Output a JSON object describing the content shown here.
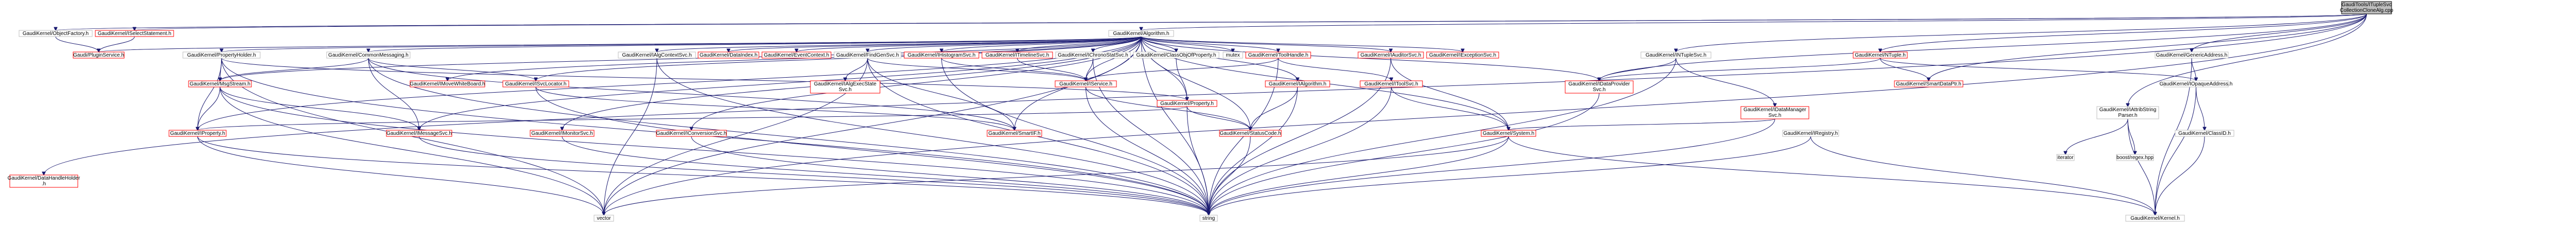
{
  "diagram": {
    "root": "node_gtc",
    "nodes": [
      {
        "id": "node_gtc",
        "lines": [
          "GaudiTools/ITupleSvc",
          "CollectionCloneAlg.cpp"
        ],
        "kind": "root"
      },
      {
        "id": "node_algo",
        "lines": [
          "GaudiKernel/Algorithm.h"
        ],
        "kind": "link"
      },
      {
        "id": "node_objf",
        "lines": [
          "GaudiKernel/ObjectFactory.h"
        ],
        "kind": "link"
      },
      {
        "id": "node_istate",
        "lines": [
          "GaudiKernel/ISelectStatement.h"
        ],
        "kind": "red"
      },
      {
        "id": "node_plugin",
        "lines": [
          "Gaudi/PluginService.h"
        ],
        "kind": "red"
      },
      {
        "id": "node_datahandle",
        "lines": [
          "GaudiKernel/DataHandleHolder",
          ".h"
        ],
        "kind": "red"
      },
      {
        "id": "node_prophold",
        "lines": [
          "GaudiKernel/PropertyHolder.h"
        ],
        "kind": "link"
      },
      {
        "id": "node_commonmsg",
        "lines": [
          "GaudiKernel/CommonMessaging.h"
        ],
        "kind": "link"
      },
      {
        "id": "node_ialgctx",
        "lines": [
          "GaudiKernel/IAlgContextSvc.h"
        ],
        "kind": "link"
      },
      {
        "id": "node_dataidx",
        "lines": [
          "GaudiKernel/DataIndex.h"
        ],
        "kind": "red"
      },
      {
        "id": "node_evtctx",
        "lines": [
          "GaudiKernel/EventContext.h"
        ],
        "kind": "red"
      },
      {
        "id": "node_findsvc",
        "lines": [
          "GaudiKernel/FindGenSvc.h"
        ],
        "kind": "link"
      },
      {
        "id": "node_ihistogram",
        "lines": [
          "GaudiKernel/IHistogramSvc.h"
        ],
        "kind": "red"
      },
      {
        "id": "node_itimeline",
        "lines": [
          "GaudiKernel/ITimelineSvc.h"
        ],
        "kind": "red"
      },
      {
        "id": "node_ichrono",
        "lines": [
          "GaudiKernel/IChronoStatSvc.h"
        ],
        "kind": "link"
      },
      {
        "id": "node_classobj",
        "lines": [
          "GaudiKernel/ClassObjOfProperty.h"
        ],
        "kind": "link"
      },
      {
        "id": "node_mutex",
        "lines": [
          "mutex"
        ],
        "kind": "plain"
      },
      {
        "id": "node_toolhandle",
        "lines": [
          "GaudiKernel/ToolHandle.h"
        ],
        "kind": "red"
      },
      {
        "id": "node_iauditor",
        "lines": [
          "GaudiKernel/IAuditorSvc.h"
        ],
        "kind": "red"
      },
      {
        "id": "node_iexception",
        "lines": [
          "GaudiKernel/IExceptionSvc.h"
        ],
        "kind": "red"
      },
      {
        "id": "node_intuple",
        "lines": [
          "GaudiKernel/INTupleSvc.h"
        ],
        "kind": "link"
      },
      {
        "id": "node_ntuple",
        "lines": [
          "GaudiKernel/NTuple.h"
        ],
        "kind": "red"
      },
      {
        "id": "node_genaddr",
        "lines": [
          "GaudiKernel/GenericAddress.h"
        ],
        "kind": "link"
      },
      {
        "id": "node_msgstream",
        "lines": [
          "GaudiKernel/MsgStream.h"
        ],
        "kind": "red"
      },
      {
        "id": "node_imovewb",
        "lines": [
          "GaudiKernel/IMoveWhiteBoard.h"
        ],
        "kind": "red"
      },
      {
        "id": "node_isvclocator",
        "lines": [
          "GaudiKernel/ISvcLocator.h"
        ],
        "kind": "red"
      },
      {
        "id": "node_ialgexec",
        "lines": [
          "GaudiKernel/IAlgExecState",
          "Svc.h"
        ],
        "kind": "red"
      },
      {
        "id": "node_iservice",
        "lines": [
          "GaudiKernel/IService.h"
        ],
        "kind": "red"
      },
      {
        "id": "node_property",
        "lines": [
          "GaudiKernel/Property.h"
        ],
        "kind": "red"
      },
      {
        "id": "node_ialgorithm",
        "lines": [
          "GaudiKernel/IAlgorithm.h"
        ],
        "kind": "red"
      },
      {
        "id": "node_itoolsvc",
        "lines": [
          "GaudiKernel/IToolSvc.h"
        ],
        "kind": "red"
      },
      {
        "id": "node_idataprov",
        "lines": [
          "GaudiKernel/IDataProvider",
          "Svc.h"
        ],
        "kind": "red"
      },
      {
        "id": "node_datamgr",
        "lines": [
          "GaudiKernel/IDataManager",
          "Svc.h"
        ],
        "kind": "red"
      },
      {
        "id": "node_smartdataptr",
        "lines": [
          "GaudiKernel/SmartDataPtr.h"
        ],
        "kind": "red"
      },
      {
        "id": "node_iopaque",
        "lines": [
          "GaudiKernel/IOpaqueAddress.h"
        ],
        "kind": "link"
      },
      {
        "id": "node_attrib",
        "lines": [
          "GaudiKernel/IAttribString",
          "Parser.h"
        ],
        "kind": "link"
      },
      {
        "id": "node_iproperty",
        "lines": [
          "GaudiKernel/IProperty.h"
        ],
        "kind": "red"
      },
      {
        "id": "node_imessage",
        "lines": [
          "GaudiKernel/IMessageSvc.h"
        ],
        "kind": "red"
      },
      {
        "id": "node_imonitor",
        "lines": [
          "GaudiKernel/IMonitorSvc.h"
        ],
        "kind": "red"
      },
      {
        "id": "node_iconversion",
        "lines": [
          "GaudiKernel/IConversionSvc.h"
        ],
        "kind": "red"
      },
      {
        "id": "node_smartif",
        "lines": [
          "GaudiKernel/SmartIF.h"
        ],
        "kind": "red"
      },
      {
        "id": "node_statusc",
        "lines": [
          "GaudiKernel/StatusCode.h"
        ],
        "kind": "red"
      },
      {
        "id": "node_system",
        "lines": [
          "GaudiKernel/System.h"
        ],
        "kind": "red"
      },
      {
        "id": "node_iregistry",
        "lines": [
          "GaudiKernel/IRegistry.h"
        ],
        "kind": "link"
      },
      {
        "id": "node_iterator",
        "lines": [
          "iterator"
        ],
        "kind": "plain"
      },
      {
        "id": "node_boostregex",
        "lines": [
          "boost/regex.hpp"
        ],
        "kind": "plain"
      },
      {
        "id": "node_classid",
        "lines": [
          "GaudiKernel/ClassID.h"
        ],
        "kind": "link"
      },
      {
        "id": "node_vector",
        "lines": [
          "vector"
        ],
        "kind": "plain"
      },
      {
        "id": "node_string",
        "lines": [
          "string"
        ],
        "kind": "plain"
      },
      {
        "id": "node_kernel",
        "lines": [
          "GaudiKernel/Kernel.h"
        ],
        "kind": "link"
      }
    ],
    "edges": [
      [
        "node_gtc",
        "node_algo"
      ],
      [
        "node_gtc",
        "node_objf"
      ],
      [
        "node_gtc",
        "node_istate"
      ],
      [
        "node_gtc",
        "node_datahandle"
      ],
      [
        "node_gtc",
        "node_intuple"
      ],
      [
        "node_gtc",
        "node_ntuple"
      ],
      [
        "node_gtc",
        "node_genaddr"
      ],
      [
        "node_gtc",
        "node_smartdataptr"
      ],
      [
        "node_gtc",
        "node_attrib"
      ],
      [
        "node_gtc",
        "node_idataprov"
      ],
      [
        "node_gtc",
        "node_vector"
      ],
      [
        "node_objf",
        "node_plugin"
      ],
      [
        "node_istate",
        "node_plugin"
      ],
      [
        "node_algo",
        "node_prophold"
      ],
      [
        "node_algo",
        "node_commonmsg"
      ],
      [
        "node_algo",
        "node_ialgctx"
      ],
      [
        "node_algo",
        "node_dataidx"
      ],
      [
        "node_algo",
        "node_evtctx"
      ],
      [
        "node_algo",
        "node_findsvc"
      ],
      [
        "node_algo",
        "node_ihistogram"
      ],
      [
        "node_algo",
        "node_itimeline"
      ],
      [
        "node_algo",
        "node_ichrono"
      ],
      [
        "node_algo",
        "node_classobj"
      ],
      [
        "node_algo",
        "node_mutex"
      ],
      [
        "node_algo",
        "node_toolhandle"
      ],
      [
        "node_algo",
        "node_iauditor"
      ],
      [
        "node_algo",
        "node_iexception"
      ],
      [
        "node_algo",
        "node_plugin"
      ],
      [
        "node_algo",
        "node_msgstream"
      ],
      [
        "node_algo",
        "node_imovewb"
      ],
      [
        "node_algo",
        "node_isvclocator"
      ],
      [
        "node_algo",
        "node_iservice"
      ],
      [
        "node_algo",
        "node_property"
      ],
      [
        "node_algo",
        "node_ialgorithm"
      ],
      [
        "node_algo",
        "node_idataprov"
      ],
      [
        "node_algo",
        "node_system"
      ],
      [
        "node_algo",
        "node_iproperty"
      ],
      [
        "node_algo",
        "node_imessage"
      ],
      [
        "node_algo",
        "node_imonitor"
      ],
      [
        "node_algo",
        "node_iconversion"
      ],
      [
        "node_algo",
        "node_smartif"
      ],
      [
        "node_algo",
        "node_statusc"
      ],
      [
        "node_algo",
        "node_string"
      ],
      [
        "node_algo",
        "node_vector"
      ],
      [
        "node_prophold",
        "node_msgstream"
      ],
      [
        "node_prophold",
        "node_property"
      ],
      [
        "node_prophold",
        "node_iproperty"
      ],
      [
        "node_prophold",
        "node_string"
      ],
      [
        "node_prophold",
        "node_vector"
      ],
      [
        "node_commonmsg",
        "node_msgstream"
      ],
      [
        "node_commonmsg",
        "node_isvclocator"
      ],
      [
        "node_commonmsg",
        "node_imessage"
      ],
      [
        "node_commonmsg",
        "node_smartif"
      ],
      [
        "node_commonmsg",
        "node_string"
      ],
      [
        "node_ialgctx",
        "node_vector"
      ],
      [
        "node_ialgctx",
        "node_string"
      ],
      [
        "node_findsvc",
        "node_iservice"
      ],
      [
        "node_findsvc",
        "node_ialgexec"
      ],
      [
        "node_findsvc",
        "node_smartif"
      ],
      [
        "node_findsvc",
        "node_string"
      ],
      [
        "node_findsvc",
        "node_vector"
      ],
      [
        "node_ihistogram",
        "node_iservice"
      ],
      [
        "node_ihistogram",
        "node_string"
      ],
      [
        "node_itimeline",
        "node_iservice"
      ],
      [
        "node_ichrono",
        "node_iservice"
      ],
      [
        "node_ichrono",
        "node_string"
      ],
      [
        "node_classobj",
        "node_property"
      ],
      [
        "node_toolhandle",
        "node_itoolsvc"
      ],
      [
        "node_toolhandle",
        "node_iservice"
      ],
      [
        "node_toolhandle",
        "node_string"
      ],
      [
        "node_iauditor",
        "node_system"
      ],
      [
        "node_iauditor",
        "node_string"
      ],
      [
        "node_intuple",
        "node_idataprov"
      ],
      [
        "node_intuple",
        "node_string"
      ],
      [
        "node_ntuple",
        "node_smartdataptr"
      ],
      [
        "node_ntuple",
        "node_idataprov"
      ],
      [
        "node_ntuple",
        "node_iopaque"
      ],
      [
        "node_genaddr",
        "node_iopaque"
      ],
      [
        "node_genaddr",
        "node_kernel"
      ],
      [
        "node_msgstream",
        "node_imessage"
      ],
      [
        "node_msgstream",
        "node_iproperty"
      ],
      [
        "node_msgstream",
        "node_vector"
      ],
      [
        "node_msgstream",
        "node_string"
      ],
      [
        "node_isvclocator",
        "node_smartif"
      ],
      [
        "node_isvclocator",
        "node_string"
      ],
      [
        "node_iservice",
        "node_statusc"
      ],
      [
        "node_iservice",
        "node_string"
      ],
      [
        "node_property",
        "node_iproperty"
      ],
      [
        "node_property",
        "node_statusc"
      ],
      [
        "node_property",
        "node_string"
      ],
      [
        "node_ialgorithm",
        "node_statusc"
      ],
      [
        "node_ialgorithm",
        "node_string"
      ],
      [
        "node_itoolsvc",
        "node_system"
      ],
      [
        "node_itoolsvc",
        "node_string"
      ],
      [
        "node_idataprov",
        "node_string"
      ],
      [
        "node_datamgr",
        "node_system"
      ],
      [
        "node_datamgr",
        "node_string"
      ],
      [
        "node_iopaque",
        "node_classid"
      ],
      [
        "node_iopaque",
        "node_kernel"
      ],
      [
        "node_attrib",
        "node_iterator"
      ],
      [
        "node_attrib",
        "node_boostregex"
      ],
      [
        "node_attrib",
        "node_kernel"
      ],
      [
        "node_iproperty",
        "node_string"
      ],
      [
        "node_iproperty",
        "node_vector"
      ],
      [
        "node_imessage",
        "node_string"
      ],
      [
        "node_imonitor",
        "node_string"
      ],
      [
        "node_iconversion",
        "node_string"
      ],
      [
        "node_statusc",
        "node_string"
      ],
      [
        "node_system",
        "node_kernel"
      ],
      [
        "node_system",
        "node_string"
      ],
      [
        "node_system",
        "node_vector"
      ],
      [
        "node_iregistry",
        "node_kernel"
      ],
      [
        "node_iregistry",
        "node_string"
      ],
      [
        "node_classid",
        "node_kernel"
      ],
      [
        "node_intuple",
        "node_datamgr"
      ]
    ]
  }
}
